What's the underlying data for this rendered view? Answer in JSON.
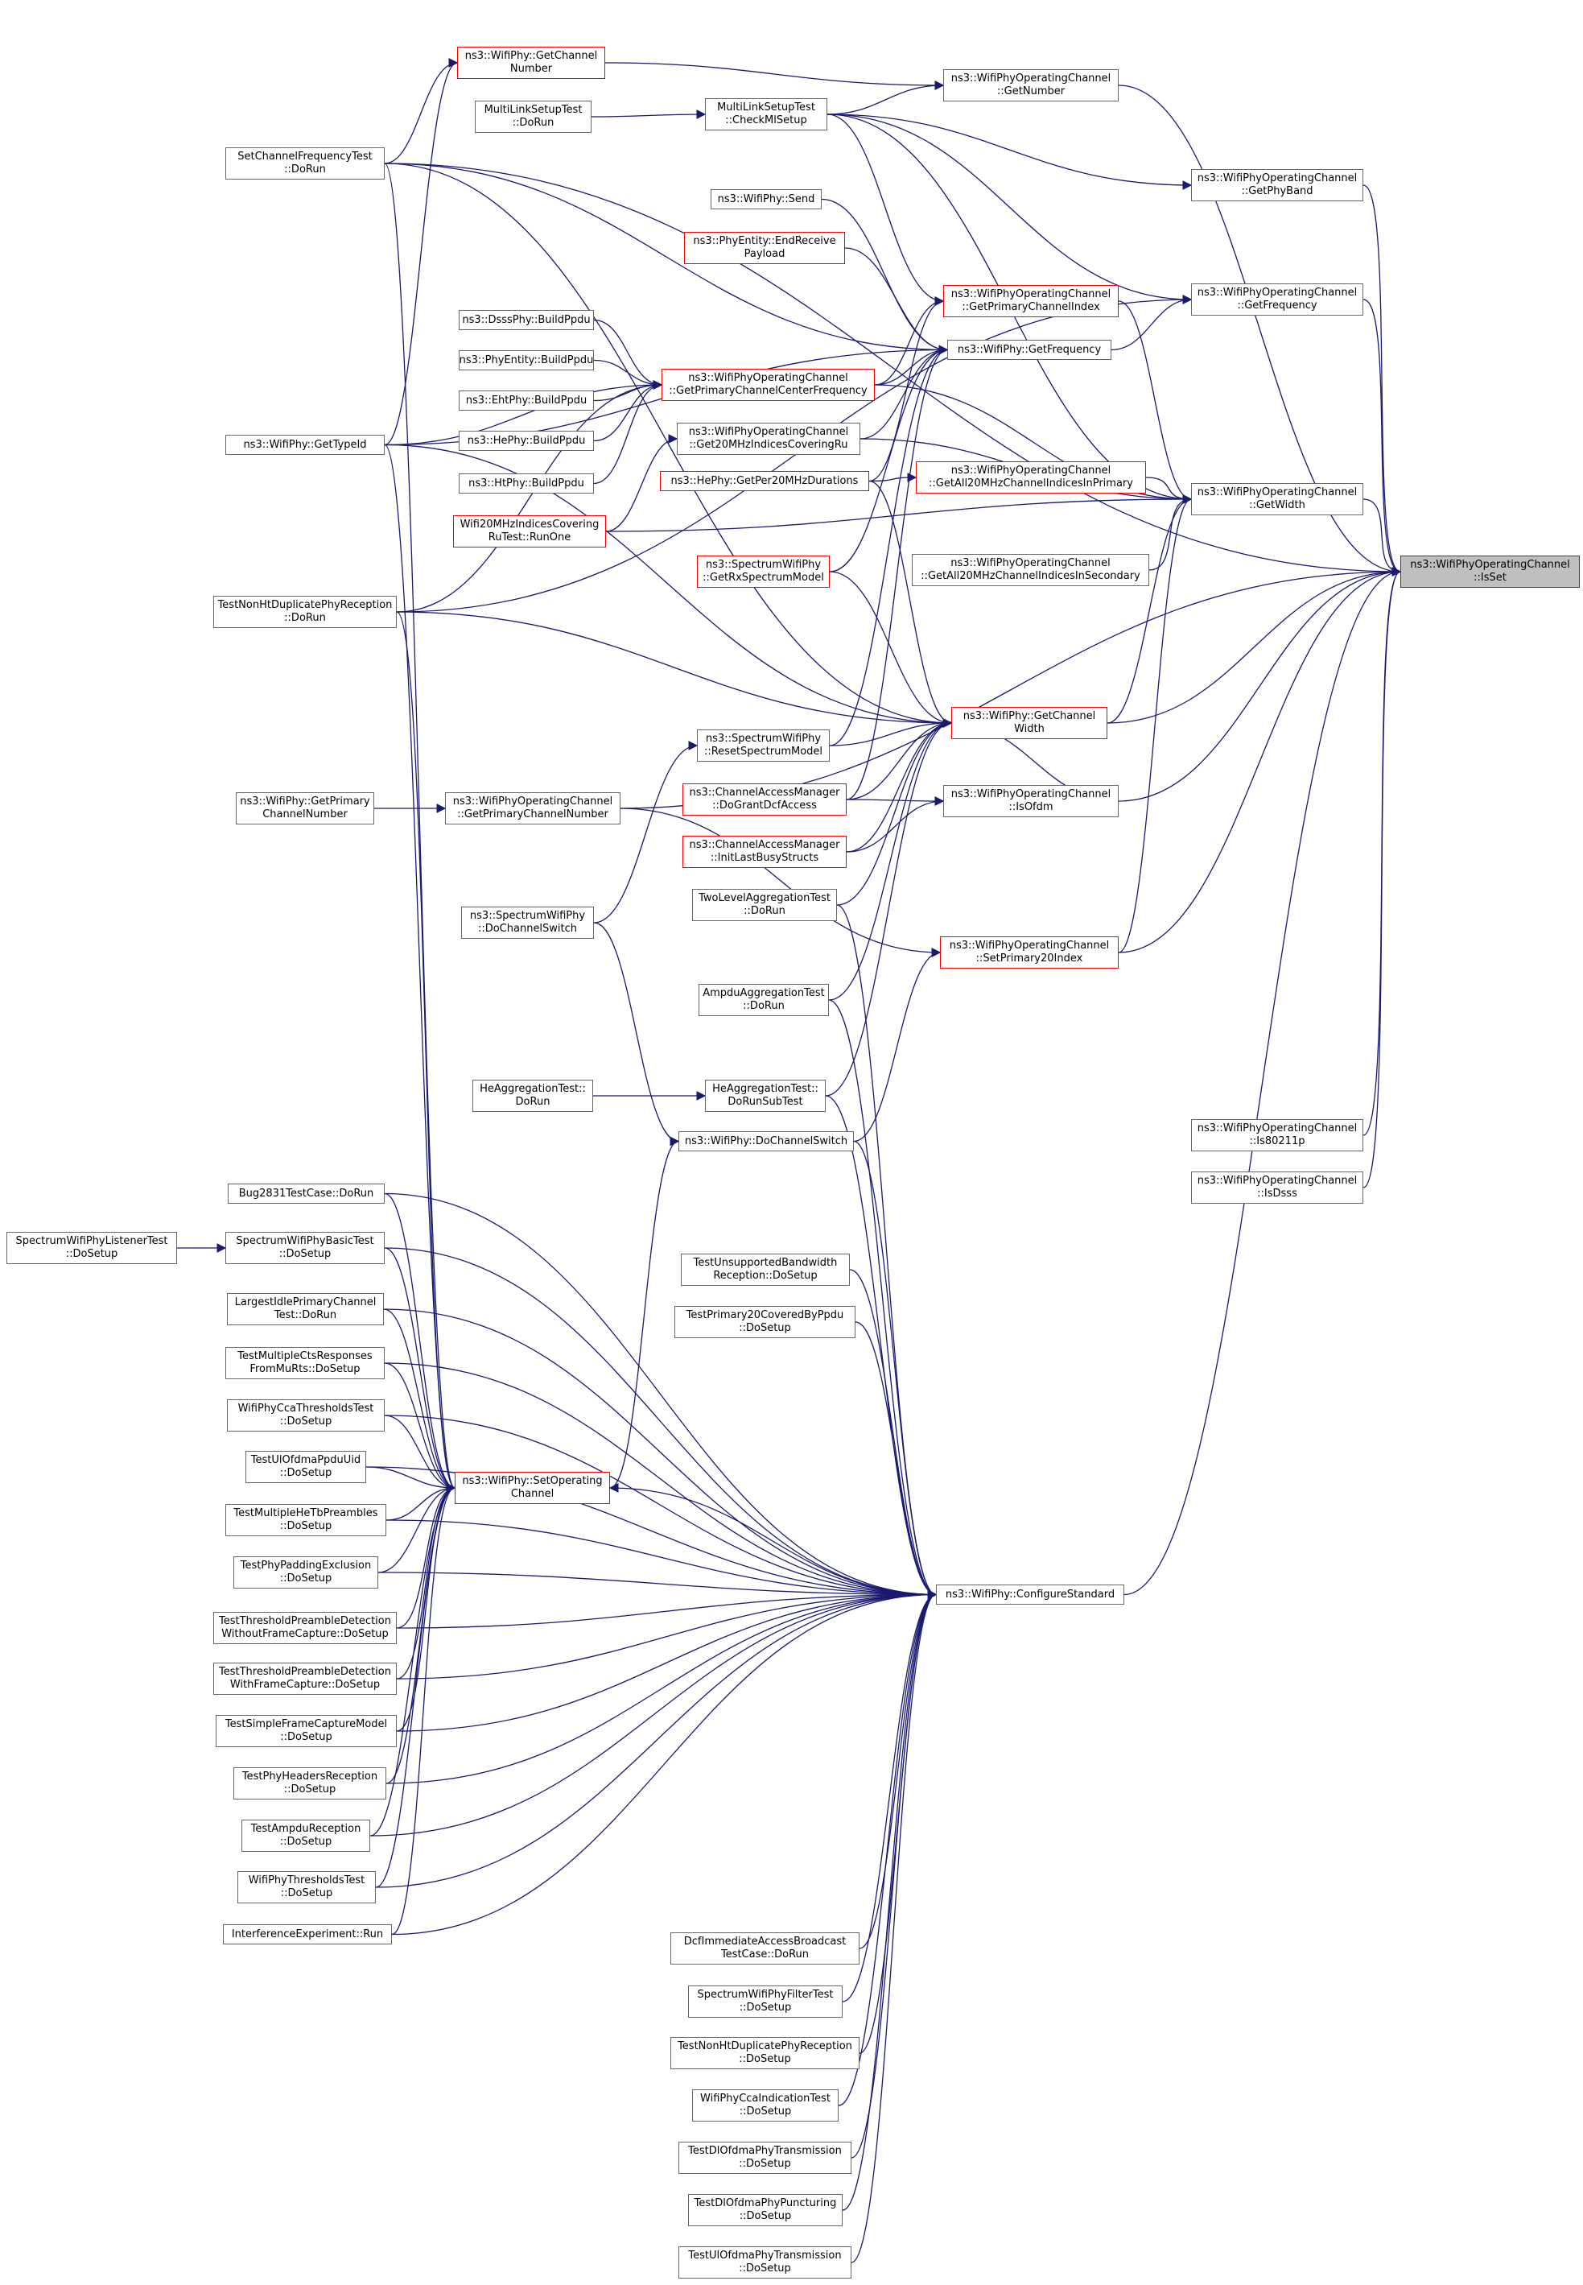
{
  "nodes": [
    {
      "id": "isset",
      "lines": [
        "ns3::WifiPhyOperatingChannel",
        "::IsSet"
      ],
      "style": "target"
    },
    {
      "id": "getwidth",
      "lines": [
        "ns3::WifiPhyOperatingChannel",
        "::GetWidth"
      ],
      "style": "black"
    },
    {
      "id": "getnumber",
      "lines": [
        "ns3::WifiPhyOperatingChannel",
        "::GetNumber"
      ],
      "style": "black"
    },
    {
      "id": "getphyband",
      "lines": [
        "ns3::WifiPhyOperatingChannel",
        "::GetPhyBand"
      ],
      "style": "black"
    },
    {
      "id": "getfrequency_oc",
      "lines": [
        "ns3::WifiPhyOperatingChannel",
        "::GetFrequency"
      ],
      "style": "black"
    },
    {
      "id": "getall20sec",
      "lines": [
        "ns3::WifiPhyOperatingChannel",
        "::GetAll20MHzChannelIndicesInSecondary"
      ],
      "style": "black"
    },
    {
      "id": "isofdm",
      "lines": [
        "ns3::WifiPhyOperatingChannel",
        "::IsOfdm"
      ],
      "style": "black"
    },
    {
      "id": "is80211p",
      "lines": [
        "ns3::WifiPhyOperatingChannel",
        "::Is80211p"
      ],
      "style": "black"
    },
    {
      "id": "isdsss",
      "lines": [
        "ns3::WifiPhyOperatingChannel",
        "::IsDsss"
      ],
      "style": "black"
    },
    {
      "id": "getchannelnumber",
      "lines": [
        "ns3::WifiPhy::GetChannel",
        "Number"
      ],
      "style": "red"
    },
    {
      "id": "checkmlsetup",
      "lines": [
        "MultiLinkSetupTest",
        "::CheckMlSetup"
      ],
      "style": "black"
    },
    {
      "id": "mlsdorun",
      "lines": [
        "MultiLinkSetupTest",
        "::DoRun"
      ],
      "style": "black"
    },
    {
      "id": "wifiphysend",
      "lines": [
        "ns3::WifiPhy::Send"
      ],
      "style": "black"
    },
    {
      "id": "endreceive",
      "lines": [
        "ns3::PhyEntity::EndReceive",
        "Payload"
      ],
      "style": "red"
    },
    {
      "id": "getprimchidx",
      "lines": [
        "ns3::WifiPhyOperatingChannel",
        "::GetPrimaryChannelIndex"
      ],
      "style": "red"
    },
    {
      "id": "getfrequency",
      "lines": [
        "ns3::WifiPhy::GetFrequency"
      ],
      "style": "black"
    },
    {
      "id": "getprimccf",
      "lines": [
        "ns3::WifiPhyOperatingChannel",
        "::GetPrimaryChannelCenterFrequency"
      ],
      "style": "red"
    },
    {
      "id": "get20covru",
      "lines": [
        "ns3::WifiPhyOperatingChannel",
        "::Get20MHzIndicesCoveringRu"
      ],
      "style": "black"
    },
    {
      "id": "getall20prim",
      "lines": [
        "ns3::WifiPhyOperatingChannel",
        "::GetAll20MHzChannelIndicesInPrimary"
      ],
      "style": "red"
    },
    {
      "id": "getper20",
      "lines": [
        "ns3::HePhy::GetPer20MHzDurations"
      ],
      "style": "red"
    },
    {
      "id": "dsssbuild",
      "lines": [
        "ns3::DsssPhy::BuildPpdu"
      ],
      "style": "black"
    },
    {
      "id": "phyentitybuild",
      "lines": [
        "ns3::PhyEntity::BuildPpdu"
      ],
      "style": "black"
    },
    {
      "id": "ehtbuild",
      "lines": [
        "ns3::EhtPhy::BuildPpdu"
      ],
      "style": "black"
    },
    {
      "id": "hebuild",
      "lines": [
        "ns3::HePhy::BuildPpdu"
      ],
      "style": "black"
    },
    {
      "id": "htbuild",
      "lines": [
        "ns3::HtPhy::BuildPpdu"
      ],
      "style": "black"
    },
    {
      "id": "wifi20run",
      "lines": [
        "Wifi20MHzIndicesCovering",
        "RuTest::RunOne"
      ],
      "style": "red"
    },
    {
      "id": "getrxspec",
      "lines": [
        "ns3::SpectrumWifiPhy",
        "::GetRxSpectrumModel"
      ],
      "style": "red"
    },
    {
      "id": "getchwidth",
      "lines": [
        "ns3::WifiPhy::GetChannel",
        "Width"
      ],
      "style": "red"
    },
    {
      "id": "resetspec",
      "lines": [
        "ns3::SpectrumWifiPhy",
        "::ResetSpectrumModel"
      ],
      "style": "black"
    },
    {
      "id": "dogrant",
      "lines": [
        "ns3::ChannelAccessManager",
        "::DoGrantDcfAccess"
      ],
      "style": "red"
    },
    {
      "id": "initbusy",
      "lines": [
        "ns3::ChannelAccessManager",
        "::InitLastBusyStructs"
      ],
      "style": "red"
    },
    {
      "id": "twolevel",
      "lines": [
        "TwoLevelAggregationTest",
        "::DoRun"
      ],
      "style": "black"
    },
    {
      "id": "setprim20",
      "lines": [
        "ns3::WifiPhyOperatingChannel",
        "::SetPrimary20Index"
      ],
      "style": "red"
    },
    {
      "id": "ampdu",
      "lines": [
        "AmpduAggregationTest",
        "::DoRun"
      ],
      "style": "black"
    },
    {
      "id": "hesubtest",
      "lines": [
        "HeAggregationTest::",
        "DoRunSubTest"
      ],
      "style": "black"
    },
    {
      "id": "hedorun",
      "lines": [
        "HeAggregationTest::",
        "DoRun"
      ],
      "style": "black"
    },
    {
      "id": "wpdochsw",
      "lines": [
        "ns3::WifiPhy::DoChannelSwitch"
      ],
      "style": "black"
    },
    {
      "id": "setchfreq",
      "lines": [
        "SetChannelFrequencyTest",
        "::DoRun"
      ],
      "style": "black"
    },
    {
      "id": "gettypeid",
      "lines": [
        "ns3::WifiPhy::GetTypeId"
      ],
      "style": "black"
    },
    {
      "id": "nonhtdorun",
      "lines": [
        "TestNonHtDuplicatePhyReception",
        "::DoRun"
      ],
      "style": "black"
    },
    {
      "id": "getprimchnum",
      "lines": [
        "ns3::WifiPhy::GetPrimary",
        "ChannelNumber"
      ],
      "style": "black"
    },
    {
      "id": "ocgetprimchnum",
      "lines": [
        "ns3::WifiPhyOperatingChannel",
        "::GetPrimaryChannelNumber"
      ],
      "style": "black"
    },
    {
      "id": "swpdochsw",
      "lines": [
        "ns3::SpectrumWifiPhy",
        "::DoChannelSwitch"
      ],
      "style": "black"
    },
    {
      "id": "setopch",
      "lines": [
        "ns3::WifiPhy::SetOperating",
        "Channel"
      ],
      "style": "red"
    },
    {
      "id": "configstd",
      "lines": [
        "ns3::WifiPhy::ConfigureStandard"
      ],
      "style": "black"
    },
    {
      "id": "bug2831",
      "lines": [
        "Bug2831TestCase::DoRun"
      ],
      "style": "black"
    },
    {
      "id": "swpbasic",
      "lines": [
        "SpectrumWifiPhyBasicTest",
        "::DoSetup"
      ],
      "style": "black"
    },
    {
      "id": "swplistener",
      "lines": [
        "SpectrumWifiPhyListenerTest",
        "::DoSetup"
      ],
      "style": "black"
    },
    {
      "id": "largestidle",
      "lines": [
        "LargestIdlePrimaryChannel",
        "Test::DoRun"
      ],
      "style": "black"
    },
    {
      "id": "multicts",
      "lines": [
        "TestMultipleCtsResponses",
        "FromMuRts::DoSetup"
      ],
      "style": "black"
    },
    {
      "id": "ccathresh",
      "lines": [
        "WifiPhyCcaThresholdsTest",
        "::DoSetup"
      ],
      "style": "black"
    },
    {
      "id": "ulofdmuid",
      "lines": [
        "TestUlOfdmaPpduUid",
        "::DoSetup"
      ],
      "style": "black"
    },
    {
      "id": "multihetb",
      "lines": [
        "TestMultipleHeTbPreambles",
        "::DoSetup"
      ],
      "style": "black"
    },
    {
      "id": "padding",
      "lines": [
        "TestPhyPaddingExclusion",
        "::DoSetup"
      ],
      "style": "black"
    },
    {
      "id": "threshwo",
      "lines": [
        "TestThresholdPreambleDetection",
        "WithoutFrameCapture::DoSetup"
      ],
      "style": "black"
    },
    {
      "id": "threshwith",
      "lines": [
        "TestThresholdPreambleDetection",
        "WithFrameCapture::DoSetup"
      ],
      "style": "black"
    },
    {
      "id": "simplefc",
      "lines": [
        "TestSimpleFrameCaptureModel",
        "::DoSetup"
      ],
      "style": "black"
    },
    {
      "id": "headersrx",
      "lines": [
        "TestPhyHeadersReception",
        "::DoSetup"
      ],
      "style": "black"
    },
    {
      "id": "ampdurx",
      "lines": [
        "TestAmpduReception",
        "::DoSetup"
      ],
      "style": "black"
    },
    {
      "id": "phythresh",
      "lines": [
        "WifiPhyThresholdsTest",
        "::DoSetup"
      ],
      "style": "black"
    },
    {
      "id": "interfexp",
      "lines": [
        "InterferenceExperiment::Run"
      ],
      "style": "black"
    },
    {
      "id": "unsupbw",
      "lines": [
        "TestUnsupportedBandwidth",
        "Reception::DoSetup"
      ],
      "style": "black"
    },
    {
      "id": "prim20cov",
      "lines": [
        "TestPrimary20CoveredByPpdu",
        "::DoSetup"
      ],
      "style": "black"
    },
    {
      "id": "dcfimm",
      "lines": [
        "DcfImmediateAccessBroadcast",
        "TestCase::DoRun"
      ],
      "style": "black"
    },
    {
      "id": "swpfilter",
      "lines": [
        "SpectrumWifiPhyFilterTest",
        "::DoSetup"
      ],
      "style": "black"
    },
    {
      "id": "nonhtsetup",
      "lines": [
        "TestNonHtDuplicatePhyReception",
        "::DoSetup"
      ],
      "style": "black"
    },
    {
      "id": "ccaind",
      "lines": [
        "WifiPhyCcaIndicationTest",
        "::DoSetup"
      ],
      "style": "black"
    },
    {
      "id": "dlofdmtx",
      "lines": [
        "TestDlOfdmaPhyTransmission",
        "::DoSetup"
      ],
      "style": "black"
    },
    {
      "id": "dlofdmpunct",
      "lines": [
        "TestDlOfdmaPhyPuncturing",
        "::DoSetup"
      ],
      "style": "black"
    },
    {
      "id": "ulofdmtx",
      "lines": [
        "TestUlOfdmaPhyTransmission",
        "::DoSetup"
      ],
      "style": "black"
    }
  ],
  "edges": [
    [
      "getwidth",
      "isset"
    ],
    [
      "getnumber",
      "isset"
    ],
    [
      "getphyband",
      "isset"
    ],
    [
      "getfrequency_oc",
      "isset"
    ],
    [
      "getchwidth",
      "isset"
    ],
    [
      "isofdm",
      "isset"
    ],
    [
      "setprim20",
      "isset"
    ],
    [
      "ocgetprimchnum",
      "isset"
    ],
    [
      "configstd",
      "isset"
    ],
    [
      "is80211p",
      "isset"
    ],
    [
      "isdsss",
      "isset"
    ],
    [
      "setchfreq",
      "isset"
    ],
    [
      "getprimchidx",
      "getwidth"
    ],
    [
      "getall20prim",
      "getwidth"
    ],
    [
      "getall20sec",
      "getwidth"
    ],
    [
      "get20covru",
      "getwidth"
    ],
    [
      "getprimccf",
      "getwidth"
    ],
    [
      "wifi20run",
      "getwidth"
    ],
    [
      "getchwidth",
      "getwidth"
    ],
    [
      "setprim20",
      "getwidth"
    ],
    [
      "checkmlsetup",
      "getwidth"
    ],
    [
      "getchannelnumber",
      "getnumber"
    ],
    [
      "checkmlsetup",
      "getnumber"
    ],
    [
      "checkmlsetup",
      "getphyband"
    ],
    [
      "getfrequency",
      "getfrequency_oc"
    ],
    [
      "checkmlsetup",
      "getfrequency_oc"
    ],
    [
      "nonhtdorun",
      "getfrequency_oc"
    ],
    [
      "getchwidth",
      "isofdm"
    ],
    [
      "gettypeid",
      "getchannelnumber"
    ],
    [
      "setchfreq",
      "getchannelnumber"
    ],
    [
      "mlsdorun",
      "checkmlsetup"
    ],
    [
      "wifiphysend",
      "getfrequency"
    ],
    [
      "endreceive",
      "getfrequency"
    ],
    [
      "getprimccf",
      "getfrequency"
    ],
    [
      "get20covru",
      "getfrequency"
    ],
    [
      "getrxspec",
      "getfrequency"
    ],
    [
      "resetspec",
      "getfrequency"
    ],
    [
      "dogrant",
      "getfrequency"
    ],
    [
      "setchfreq",
      "getfrequency"
    ],
    [
      "gettypeid",
      "getfrequency"
    ],
    [
      "checkmlsetup",
      "getprimchidx"
    ],
    [
      "getprimccf",
      "getprimchidx"
    ],
    [
      "getper20",
      "getprimchidx"
    ],
    [
      "dsssbuild",
      "getprimccf"
    ],
    [
      "phyentitybuild",
      "getprimccf"
    ],
    [
      "ehtbuild",
      "getprimccf"
    ],
    [
      "hebuild",
      "getprimccf"
    ],
    [
      "htbuild",
      "getprimccf"
    ],
    [
      "nonhtdorun",
      "getprimccf"
    ],
    [
      "gettypeid",
      "getprimccf"
    ],
    [
      "wifi20run",
      "get20covru"
    ],
    [
      "getper20",
      "getall20prim"
    ],
    [
      "getrxspec",
      "getchwidth"
    ],
    [
      "resetspec",
      "getchwidth"
    ],
    [
      "dogrant",
      "getchwidth"
    ],
    [
      "initbusy",
      "getchwidth"
    ],
    [
      "twolevel",
      "getchwidth"
    ],
    [
      "ampdu",
      "getchwidth"
    ],
    [
      "hesubtest",
      "getchwidth"
    ],
    [
      "nonhtdorun",
      "getchwidth"
    ],
    [
      "setchfreq",
      "getchwidth"
    ],
    [
      "getper20",
      "getchwidth"
    ],
    [
      "gettypeid",
      "getchwidth"
    ],
    [
      "dogrant",
      "isofdm"
    ],
    [
      "initbusy",
      "isofdm"
    ],
    [
      "swpdochsw",
      "resetspec"
    ],
    [
      "ocgetprimchnum",
      "setprim20"
    ],
    [
      "wpdochsw",
      "setprim20"
    ],
    [
      "getprimchnum",
      "ocgetprimchnum"
    ],
    [
      "hedorun",
      "hesubtest"
    ],
    [
      "swpdochsw",
      "wpdochsw"
    ],
    [
      "setopch",
      "wpdochsw"
    ],
    [
      "configstd",
      "setopch"
    ],
    [
      "bug2831",
      "setopch"
    ],
    [
      "swpbasic",
      "setopch"
    ],
    [
      "largestidle",
      "setopch"
    ],
    [
      "multicts",
      "setopch"
    ],
    [
      "ccathresh",
      "setopch"
    ],
    [
      "ulofdmuid",
      "setopch"
    ],
    [
      "multihetb",
      "setopch"
    ],
    [
      "padding",
      "setopch"
    ],
    [
      "threshwo",
      "setopch"
    ],
    [
      "threshwith",
      "setopch"
    ],
    [
      "simplefc",
      "setopch"
    ],
    [
      "headersrx",
      "setopch"
    ],
    [
      "ampdurx",
      "setopch"
    ],
    [
      "phythresh",
      "setopch"
    ],
    [
      "interfexp",
      "setopch"
    ],
    [
      "setchfreq",
      "setopch"
    ],
    [
      "gettypeid",
      "setopch"
    ],
    [
      "nonhtdorun",
      "setopch"
    ],
    [
      "swplistener",
      "swpbasic"
    ],
    [
      "bug2831",
      "configstd"
    ],
    [
      "swpbasic",
      "configstd"
    ],
    [
      "largestidle",
      "configstd"
    ],
    [
      "multicts",
      "configstd"
    ],
    [
      "ccathresh",
      "configstd"
    ],
    [
      "ulofdmuid",
      "configstd"
    ],
    [
      "multihetb",
      "configstd"
    ],
    [
      "padding",
      "configstd"
    ],
    [
      "threshwo",
      "configstd"
    ],
    [
      "threshwith",
      "configstd"
    ],
    [
      "simplefc",
      "configstd"
    ],
    [
      "headersrx",
      "configstd"
    ],
    [
      "ampdurx",
      "configstd"
    ],
    [
      "phythresh",
      "configstd"
    ],
    [
      "interfexp",
      "configstd"
    ],
    [
      "unsupbw",
      "configstd"
    ],
    [
      "prim20cov",
      "configstd"
    ],
    [
      "dcfimm",
      "configstd"
    ],
    [
      "swpfilter",
      "configstd"
    ],
    [
      "nonhtsetup",
      "configstd"
    ],
    [
      "ccaind",
      "configstd"
    ],
    [
      "dlofdmtx",
      "configstd"
    ],
    [
      "dlofdmpunct",
      "configstd"
    ],
    [
      "ulofdmtx",
      "configstd"
    ],
    [
      "twolevel",
      "configstd"
    ],
    [
      "ampdu",
      "configstd"
    ],
    [
      "hesubtest",
      "configstd"
    ],
    [
      "wpdochsw",
      "configstd"
    ]
  ],
  "colors": {
    "edge": "#191970",
    "red_border": "#ff0000",
    "black_border": "#666666",
    "target_fill": "#bfbfbf"
  }
}
